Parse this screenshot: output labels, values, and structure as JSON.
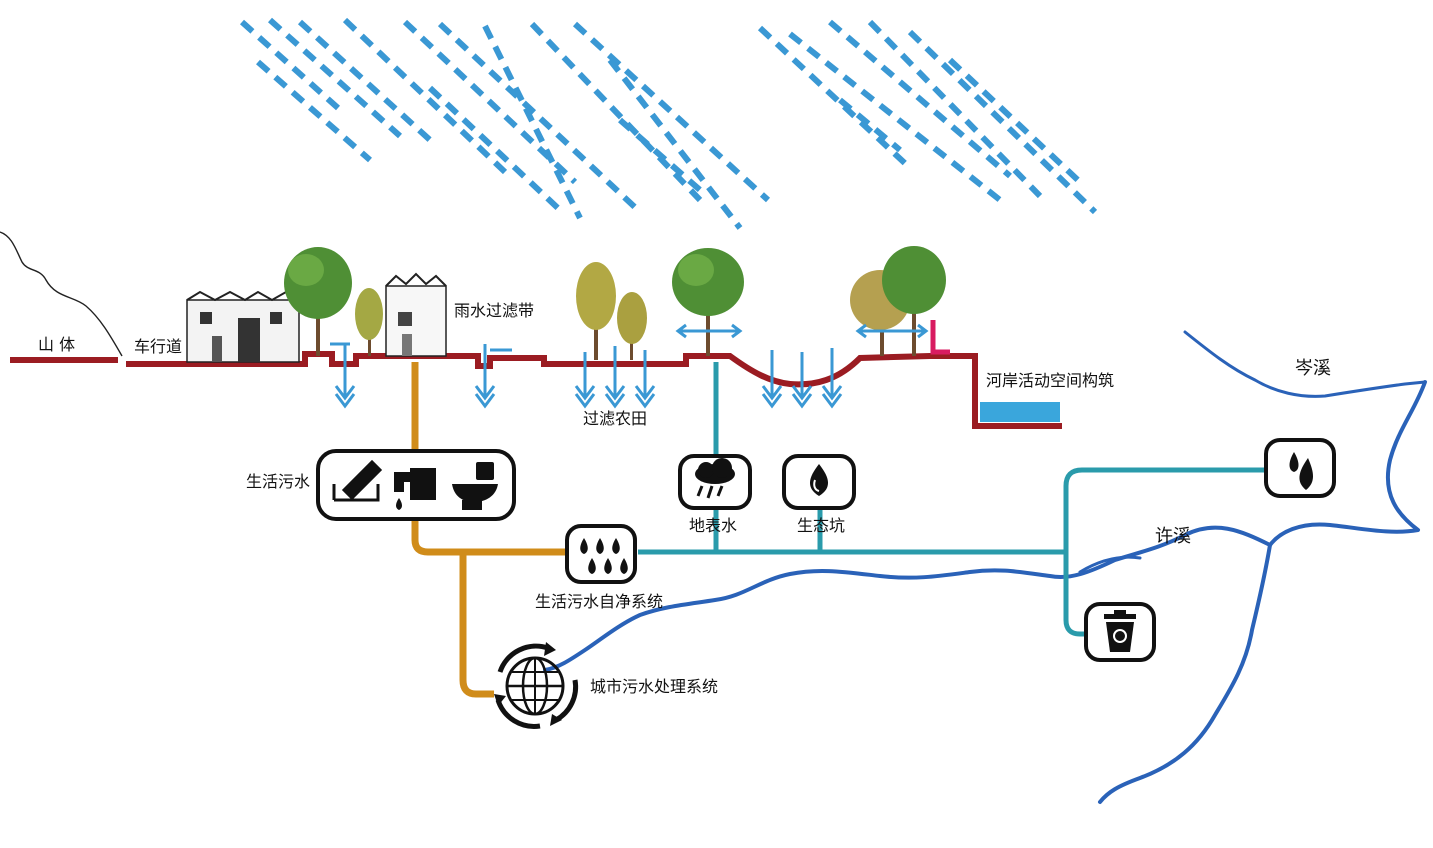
{
  "labels": {
    "mountain": "山 体",
    "roadway": "车行道",
    "rain_filter_strip": "雨水过滤带",
    "filter_farmland": "过滤农田",
    "riverside_structure": "河岸活动空间构筑",
    "domestic_sewage": "生活污水",
    "surface_water": "地表水",
    "ecological_pit": "生态坑",
    "self_purification": "生活污水自净系统",
    "urban_treatment": "城市污水处理系统",
    "cenxi": "岑溪",
    "xuxi": "许溪"
  },
  "colors": {
    "rain": "#3a98d4",
    "ground": "#9b1c22",
    "sewage_pipe": "#d08c1a",
    "water_pipe": "#2a9bab",
    "river": "#2a62b8",
    "pink_post": "#d81b60",
    "icon_fill": "#111111"
  },
  "icons": [
    "paint-brush-icon",
    "faucet-icon",
    "toilet-icon",
    "rain-cloud-icon",
    "water-drop-icon",
    "droplets-icon",
    "globe-recycle-icon",
    "trash-bin-icon",
    "rain-drops-icon",
    "tree-icon",
    "building-icon"
  ]
}
